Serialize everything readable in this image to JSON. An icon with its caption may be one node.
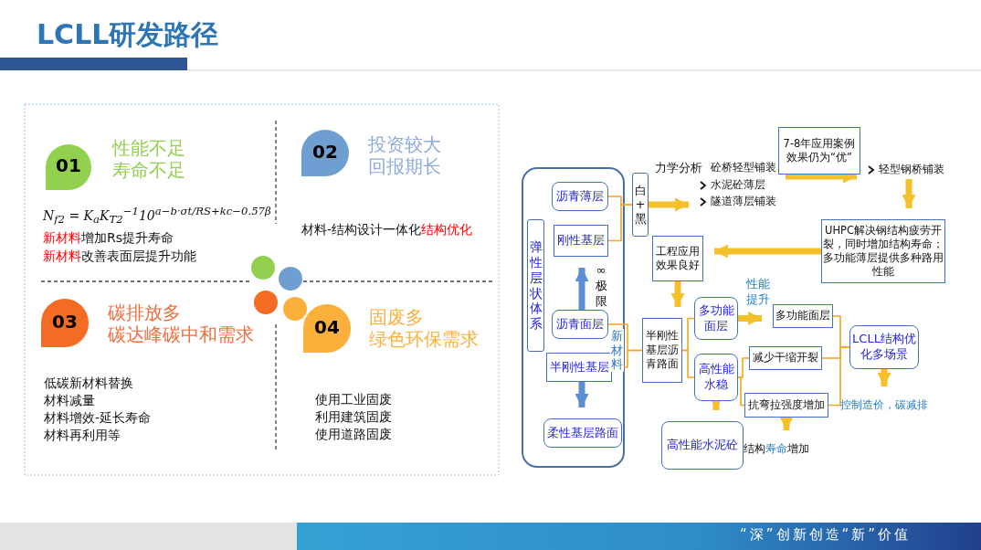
{
  "diagram": {
    "title": "LCLL研发路径",
    "nodes": [
      {
        "text": [
          "01"
        ],
        "beside": [
          "性能不足寿命不足",
          "N$_{f2}$ = K$_{a}$K$_{T2}$$^{−1}$10$^{a−b·σt/RS+kc−0.57β}$",
          "**新材料**增加Rs提升寿命",
          "**新材料**改善表面层提升功能"
        ]
      },
      {
        "text": [
          "02"
        ],
        "beside": [
          "投资较大回报期长",
          "材料-结构设计一体化**结构优化**"
        ]
      },
      {
        "text": [
          "03"
        ],
        "beside": [
          "碳排放多碳达峰碳中和需求",
          "低碳新材料替换",
          "材料减量",
          "材料增效-延长寿命",
          "材料再利用等"
        ]
      },
      {
        "text": [
          "04"
        ],
        "beside": [
          "固废多绿色环保需求",
          "使用工业固废",
          "利用建筑固废",
          "使用道路固废"
        ]
      },
      {
        "text": [
          "弹性层状体系"
        ]
      },
      {
        "text": [
          "沥青薄层"
        ]
      },
      {
        "text": [
          "刚性基层"
        ]
      },
      {
        "text": [
          "沥青面层"
        ]
      },
      {
        "text": [
          "半刚性基层"
        ]
      },
      {
        "text": [
          "柔性基层路面"
        ]
      },
      {
        "text": [
          "白+黑"
        ]
      },
      {
        "text": [
          "砼桥轻型铺装",
          "水泥砼薄层",
          "隧道薄层铺装"
        ]
      },
      {
        "text": [
          "7-8年应用案例效果仍为“优”"
        ]
      },
      {
        "text": [
          "轻型钢桥铺装"
        ]
      },
      {
        "text": [
          "UHPC解决钢结构疲劳开裂，同时增加结构寿命；多功能薄层提供多种路用性能"
        ]
      },
      {
        "text": [
          "工程应用效果良好"
        ]
      },
      {
        "text": [
          "半刚性基层沥青路面"
        ]
      },
      {
        "text": [
          "多功能面层"
        ]
      },
      {
        "text": [
          "高性能水稳"
        ]
      },
      {
        "text": [
          "多功能面层"
        ]
      },
      {
        "text": [
          "减少干缩开裂"
        ]
      },
      {
        "text": [
          "抗弯拉强度增加"
        ]
      },
      {
        "text": [
          "高性能水泥砼"
        ]
      },
      {
        "text": [
          "结构**寿命**增加"
        ]
      },
      {
        "text": [
          "LCLL结构优化多场景"
        ]
      },
      {
        "text": [
          "控制造价，碳减排"
        ]
      }
    ],
    "edges": [
      {
        "from": 7,
        "to": 6,
        "arrow": "to",
        "label": "∞ 极限",
        "style": "thick",
        "color": "#5b8fd4"
      },
      {
        "from": 8,
        "to": 9,
        "arrow": "to",
        "style": "thick",
        "color": "#5b8fd4"
      },
      {
        "from": 5,
        "to": 10,
        "arrow": "none"
      },
      {
        "from": 6,
        "to": 10,
        "arrow": "none"
      },
      {
        "from": 10,
        "to": 11,
        "arrow": "to",
        "label": "力学分析",
        "style": "thick",
        "color": "#f5c12b"
      },
      {
        "from": 11,
        "to": 13,
        "arrow": "to",
        "style": "thick",
        "color": "#f5c12b"
      },
      {
        "from": 13,
        "to": 14,
        "arrow": "to",
        "style": "thick",
        "color": "#f5c12b"
      },
      {
        "from": 14,
        "to": 15,
        "arrow": "to",
        "style": "thick",
        "color": "#f5c12b"
      },
      {
        "from": 15,
        "to": 16,
        "arrow": "to",
        "style": "thick",
        "color": "#f5c12b"
      },
      {
        "from": 7,
        "to": 16,
        "arrow": "none"
      },
      {
        "from": 8,
        "to": 16,
        "arrow": "none"
      },
      {
        "from": 16,
        "to": 17,
        "arrow": "none"
      },
      {
        "from": 16,
        "to": 18,
        "arrow": "none"
      },
      {
        "from": 17,
        "to": 19,
        "arrow": "to",
        "label": "性能提升",
        "style": "thick",
        "color": "#f5c12b"
      },
      {
        "from": 18,
        "to": 20,
        "arrow": "none"
      },
      {
        "from": 18,
        "to": 21,
        "arrow": "none"
      },
      {
        "from": 18,
        "to": 22,
        "arrow": "to",
        "style": "thick",
        "color": "#f5c12b"
      },
      {
        "from": 21,
        "to": 23,
        "arrow": "to",
        "style": "thick",
        "color": "#f5c12b"
      },
      {
        "from": 19,
        "to": 24,
        "arrow": "none"
      },
      {
        "from": 20,
        "to": 24,
        "arrow": "none"
      },
      {
        "from": 21,
        "to": 24,
        "arrow": "none"
      },
      {
        "from": 24,
        "to": 25,
        "arrow": "to",
        "style": "thick",
        "color": "#f5c12b"
      }
    ],
    "labels": [
      "新材料",
      "“深”创新创造“新”价值"
    ]
  }
}
